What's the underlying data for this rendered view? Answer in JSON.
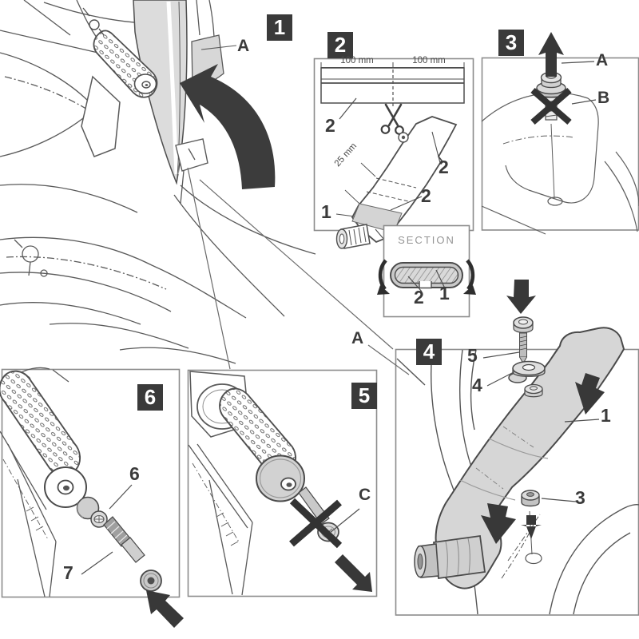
{
  "colors": {
    "line": "#4f4f4f",
    "panel_border": "#8c8c8c",
    "shade_light": "#d9d9d9",
    "shade_mid": "#c9c9c9",
    "badge_bg": "#3a3a3a",
    "badge_text": "#ffffff",
    "arrow": "#383838",
    "label_text": "#3b3b3b",
    "muted_text": "#959595"
  },
  "icons": {
    "rotate_arrow": "curved-sweep-arrow",
    "scissors": "✂",
    "up_arrow": "▲",
    "down_arrow": "▼",
    "cross_out": "✕",
    "section_wrap_arrows": "()"
  },
  "panels": {
    "p1": {
      "badge": "1",
      "cover_label": "A"
    },
    "p2": {
      "badge": "2",
      "dim_left": "100 mm",
      "dim_right": "100 mm",
      "dim_strip": "25 mm",
      "strip_label": "2",
      "part_label": "1",
      "part_top_label": "2",
      "part_band_label": "2",
      "section": {
        "title": "SECTION",
        "outer_label": "2",
        "inner_label": "1"
      }
    },
    "p3": {
      "badge": "3",
      "keep_label": "A",
      "discard_label": "B"
    },
    "p4": {
      "badge": "4",
      "ref_label": "A",
      "screw_label": "5",
      "washer_label": "4",
      "bracket_label": "1",
      "nut_label": "3"
    },
    "p5": {
      "badge": "5",
      "screw_label": "C"
    },
    "p6": {
      "badge": "6",
      "adapter_label": "6",
      "screw_label": "7"
    }
  }
}
